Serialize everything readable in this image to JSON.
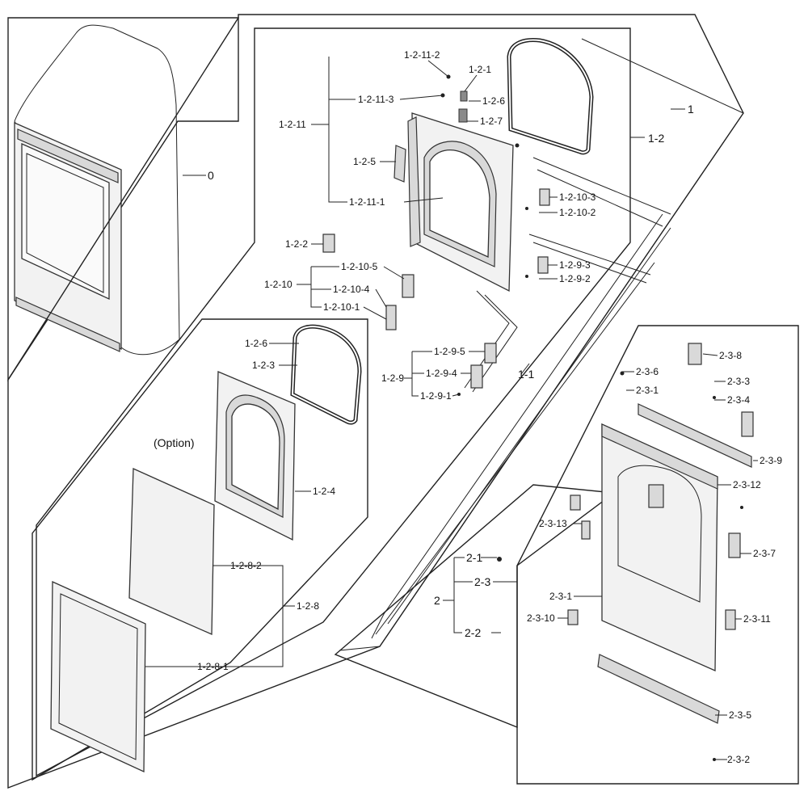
{
  "labels": {
    "l0": "0",
    "l1": "1",
    "l1_1": "1-1",
    "l1_2": "1-2",
    "l1_2_11": "1-2-11",
    "l1_2_11_1": "1-2-11-1",
    "l1_2_11_2": "1-2-11-2",
    "l1_2_11_3": "1-2-11-3",
    "l1_2_1": "1-2-1",
    "l1_2_6a": "1-2-6",
    "l1_2_7": "1-2-7",
    "l1_2_5": "1-2-5",
    "l1_2_10_3": "1-2-10-3",
    "l1_2_10_2": "1-2-10-2",
    "l1_2_2": "1-2-2",
    "l1_2_9_3": "1-2-9-3",
    "l1_2_9_2": "1-2-9-2",
    "l1_2_10": "1-2-10",
    "l1_2_10_5": "1-2-10-5",
    "l1_2_10_4": "1-2-10-4",
    "l1_2_10_1": "1-2-10-1",
    "l1_2_9": "1-2-9",
    "l1_2_9_5": "1-2-9-5",
    "l1_2_9_4": "1-2-9-4",
    "l1_2_9_1": "1-2-9-1",
    "l1_2_6b": "1-2-6",
    "l1_2_3": "1-2-3",
    "l1_2_4": "1-2-4",
    "option": "(Option)",
    "l1_2_8": "1-2-8",
    "l1_2_8_2": "1-2-8-2",
    "l1_2_8_1": "1-2-8-1",
    "l2": "2",
    "l2_1": "2-1",
    "l2_2": "2-2",
    "l2_3": "2-3",
    "l2_3_1a": "2-3-1",
    "l2_3_1b": "2-3-1",
    "l2_3_2": "2-3-2",
    "l2_3_3": "2-3-3",
    "l2_3_4": "2-3-4",
    "l2_3_5": "2-3-5",
    "l2_3_6": "2-3-6",
    "l2_3_7": "2-3-7",
    "l2_3_8": "2-3-8",
    "l2_3_9": "2-3-9",
    "l2_3_10": "2-3-10",
    "l2_3_11": "2-3-11",
    "l2_3_12": "2-3-12",
    "l2_3_13": "2-3-13"
  }
}
